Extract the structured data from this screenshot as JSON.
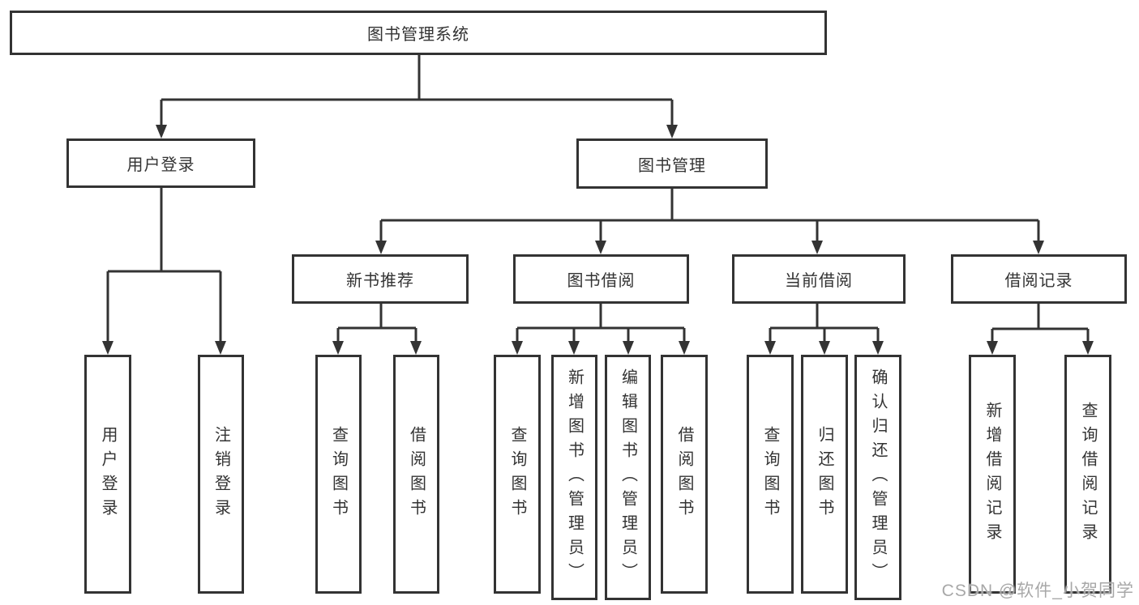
{
  "diagram": {
    "type": "hierarchy-tree",
    "tree": {
      "root": {
        "label": "图书管理系统",
        "children": [
          {
            "label": "用户登录",
            "children": [
              {
                "label": "用户登录"
              },
              {
                "label": "注销登录"
              }
            ]
          },
          {
            "label": "图书管理",
            "children": [
              {
                "label": "新书推荐",
                "children": [
                  {
                    "label": "查询图书"
                  },
                  {
                    "label": "借阅图书"
                  }
                ]
              },
              {
                "label": "图书借阅",
                "children": [
                  {
                    "label": "查询图书"
                  },
                  {
                    "label": "新增图书（管理员）"
                  },
                  {
                    "label": "编辑图书（管理员）"
                  },
                  {
                    "label": "借阅图书"
                  }
                ]
              },
              {
                "label": "当前借阅",
                "children": [
                  {
                    "label": "查询图书"
                  },
                  {
                    "label": "归还图书"
                  },
                  {
                    "label": "确认归还（管理员）"
                  }
                ]
              },
              {
                "label": "借阅记录",
                "children": [
                  {
                    "label": "新增借阅记录"
                  },
                  {
                    "label": "查询借阅记录"
                  }
                ]
              }
            ]
          }
        ]
      }
    },
    "colors": {
      "line": "#333333",
      "box_border": "#333333",
      "box_fill": "#ffffff",
      "text": "#333333",
      "watermark": "#a8a8a8",
      "background": "#ffffff"
    }
  },
  "watermark": {
    "text": "CSDN @软件_小贺同学"
  }
}
